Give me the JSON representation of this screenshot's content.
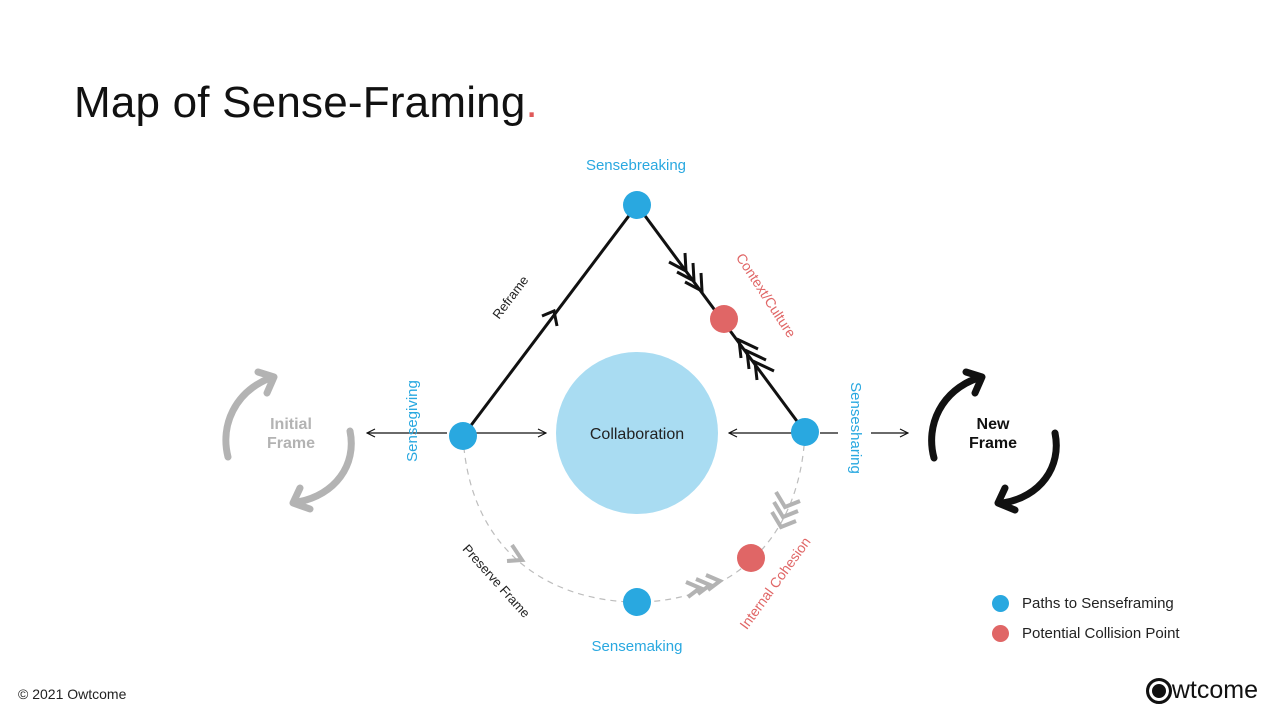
{
  "title": "Map of Sense-Framing",
  "title_dot": ".",
  "nodes": {
    "sensebreaking": "Sensebreaking",
    "sensegiving": "Sensegiving",
    "sensesharing": "Sensesharing",
    "sensemaking": "Sensemaking"
  },
  "center": "Collaboration",
  "paths": {
    "reframe": "Reframe",
    "preserve_frame": "Preserve Frame",
    "context_culture": "Context/Culture",
    "internal_cohesion": "Internal Cohesion"
  },
  "frames": {
    "initial_line1": "Initial",
    "initial_line2": "Frame",
    "new_line1": "New",
    "new_line2": "Frame"
  },
  "legend": [
    {
      "label": "Paths to Senseframing",
      "color": "#29a8e0"
    },
    {
      "label": "Potential Collision Point",
      "color": "#e06666"
    }
  ],
  "colors": {
    "blue": "#29a8e0",
    "red": "#e06666",
    "light_blue": "#a9dcf2",
    "gray": "#b3b3b3",
    "label_blue": "#29a8e0",
    "label_red": "#e06666"
  },
  "footer": {
    "copyright": "© 2021 Owtcome",
    "logo_text": "wtcome"
  }
}
